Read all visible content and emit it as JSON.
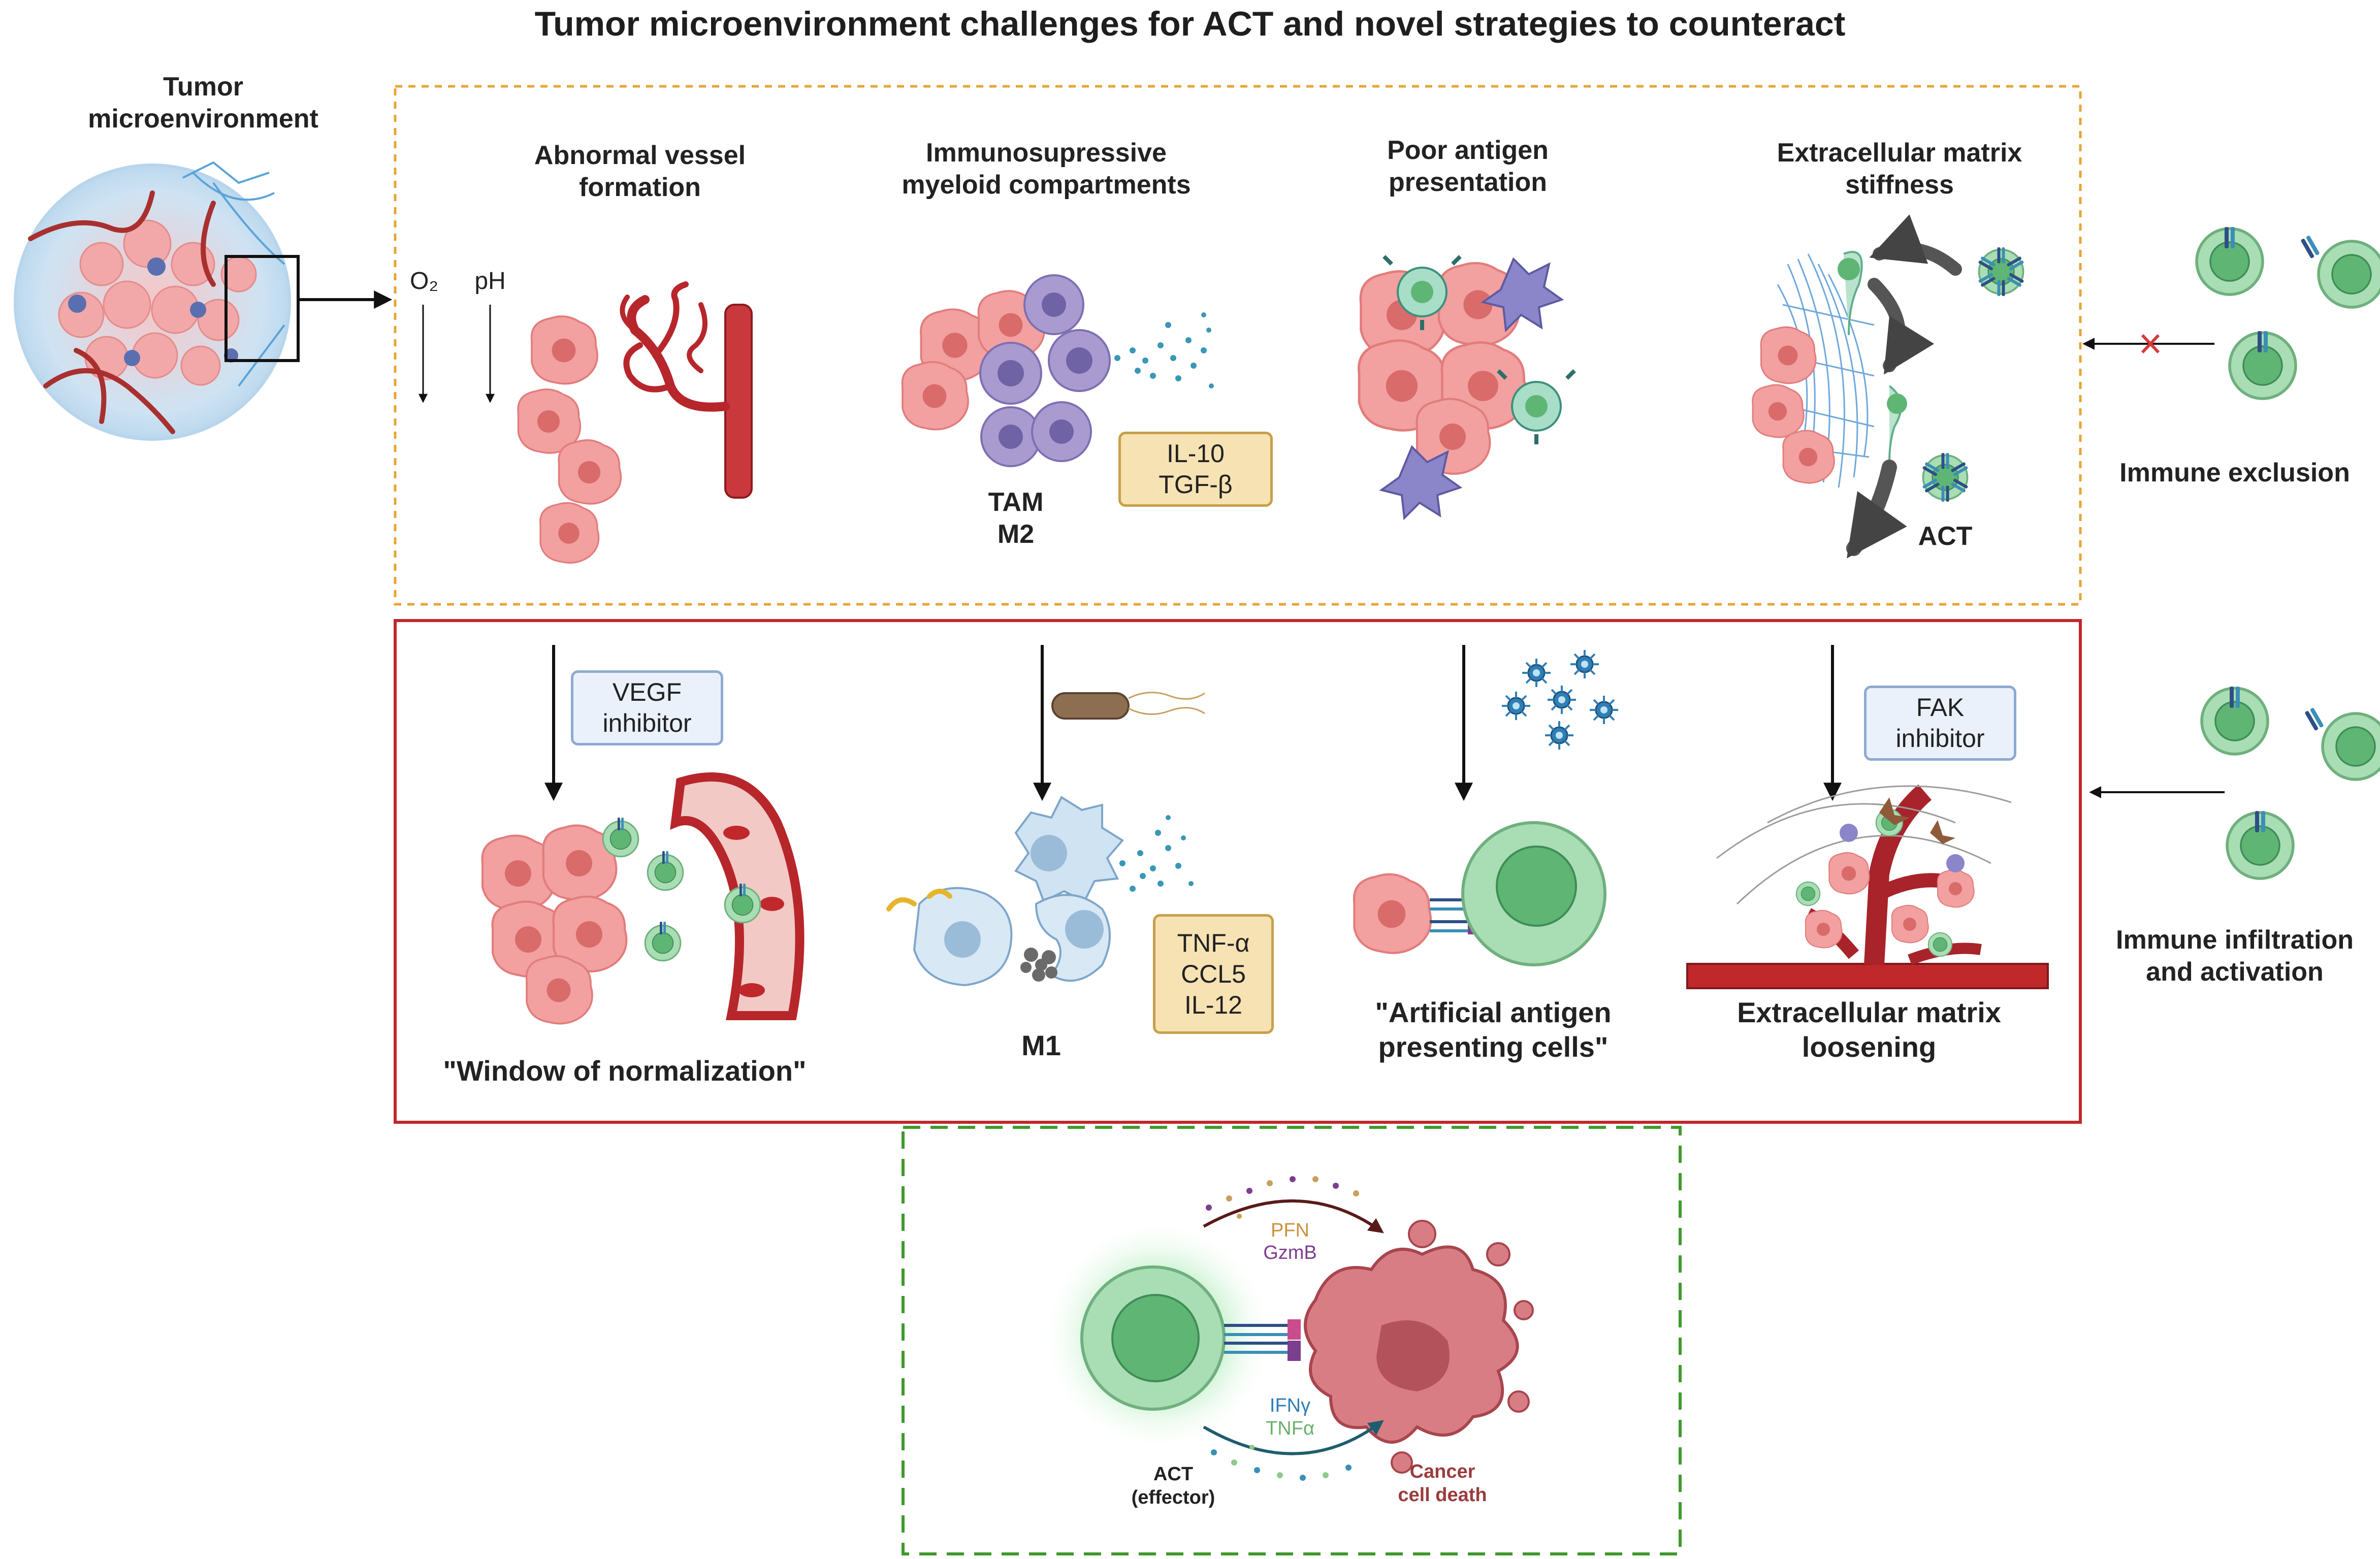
{
  "title": "Tumor microenvironment challenges for ACT and novel strategies to counteract",
  "tme_label": "Tumor\nmicroenvironment",
  "o2_label": "O₂",
  "ph_label": "pH",
  "challenges": {
    "vessel": "Abnormal vessel\nformation",
    "myeloid": "Immunosupressive\nmyeloid compartments",
    "antigen": "Poor antigen\npresentation",
    "ecm": "Extracellular matrix\nstiffness"
  },
  "tam_label": "TAM\nM2",
  "cytokines_m2": "IL-10\nTGF-β",
  "act_label": "ACT",
  "immune_exclusion": "Immune exclusion",
  "strategies": {
    "vegf_box": "VEGF\ninhibitor",
    "window": "\"Window of normalization\"",
    "m1": "M1",
    "cytokines_m1": "TNF-α\nCCL5\nIL-12",
    "aapc": "\"Artificial antigen\npresenting cells\"",
    "fak_box": "FAK\ninhibitor",
    "ecm_loose": "Extracellular matrix\nloosening"
  },
  "immune_infiltration": "Immune infiltration\nand activation",
  "effector": {
    "pfn": "PFN",
    "gzmb": "GzmB",
    "ifng": "IFNγ",
    "tnfa": "TNFα",
    "act_effector": "ACT\n(effector)",
    "cancer_death": "Cancer\ncell death"
  },
  "colors": {
    "top_box_border": "#e6a535",
    "mid_box_border": "#c0282c",
    "bottom_box_border": "#3f9a2c",
    "tumor_cell": "#f2a0a0",
    "tcell": "#8fd19e",
    "vessel": "#b7262b",
    "macrophage": "#a99bd0",
    "cytokine_box": "#f6e2b3",
    "inhibitor_box": "#eaf1fb"
  },
  "icons": [
    "tumor-sphere-icon",
    "tumor-cell-icon",
    "blood-vessel-icon",
    "macrophage-icon",
    "dendritic-cell-icon",
    "t-cell-icon",
    "bacterium-icon",
    "nanoparticle-icon",
    "ecm-fiber-icon",
    "cancer-cell-death-icon"
  ]
}
